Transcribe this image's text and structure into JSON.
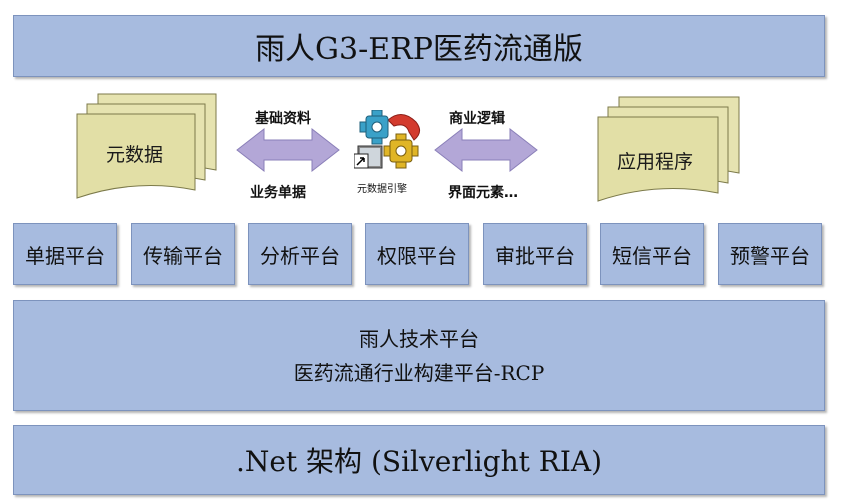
{
  "title": "雨人G3-ERP医药流通版",
  "metadata_doc": {
    "label": "元数据"
  },
  "app_doc": {
    "label": "应用程序"
  },
  "left_arrow": {
    "top_label": "基础资料",
    "bottom_label": "业务单据"
  },
  "right_arrow": {
    "top_label": "商业逻辑",
    "bottom_label": "界面元素…"
  },
  "engine": {
    "label": "元数据引擎",
    "icon": "gear-engine-icon"
  },
  "modules": [
    "单据平台",
    "传输平台",
    "分析平台",
    "权限平台",
    "审批平台",
    "短信平台",
    "预警平台"
  ],
  "tech_platform": {
    "line1": "雨人技术平台",
    "line2": "医药流通行业构建平台-RCP"
  },
  "framework": {
    "label": ".Net 架构 (Silverlight RIA)"
  },
  "colors": {
    "box_fill": "#a7bbdf",
    "doc_fill": "#e6e3b0",
    "arrow_fill": "#b3a7d7"
  }
}
